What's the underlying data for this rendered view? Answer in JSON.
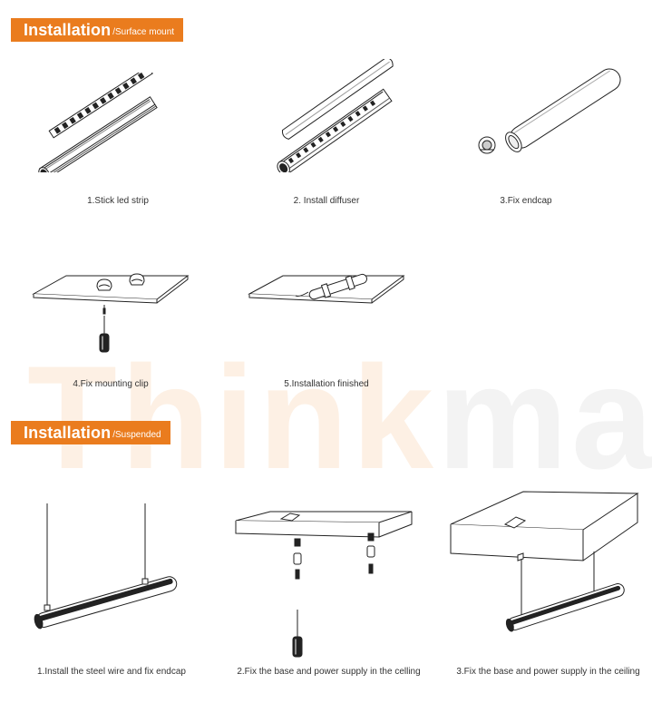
{
  "watermark": {
    "text": "Thinkmax",
    "color_gray": "#f3f3f3",
    "color_orange": "#fdf0e4"
  },
  "accent_color": "#ea7c1e",
  "sections": [
    {
      "title": "Installation",
      "subtitle": "/Surface mount",
      "steps": [
        {
          "caption": "1.Stick led strip",
          "icon": "led-strip-channel-illustration"
        },
        {
          "caption": "2. Install diffuser",
          "icon": "diffuser-install-illustration"
        },
        {
          "caption": "3.Fix endcap",
          "icon": "endcap-fix-illustration"
        },
        {
          "caption": "4.Fix mounting clip",
          "icon": "mounting-clip-screwdriver-illustration"
        },
        {
          "caption": "5.Installation finished",
          "icon": "finished-fixture-illustration"
        }
      ]
    },
    {
      "title": "Installation",
      "subtitle": "/Suspended",
      "steps": [
        {
          "caption": "1.Install the steel wire and fix endcap",
          "icon": "suspended-wire-illustration"
        },
        {
          "caption": "2.Fix the base and power supply in the celling",
          "icon": "ceiling-base-screws-illustration"
        },
        {
          "caption": "3.Fix the base and power supply in the ceiling",
          "icon": "ceiling-suspended-fixture-illustration"
        }
      ]
    }
  ]
}
